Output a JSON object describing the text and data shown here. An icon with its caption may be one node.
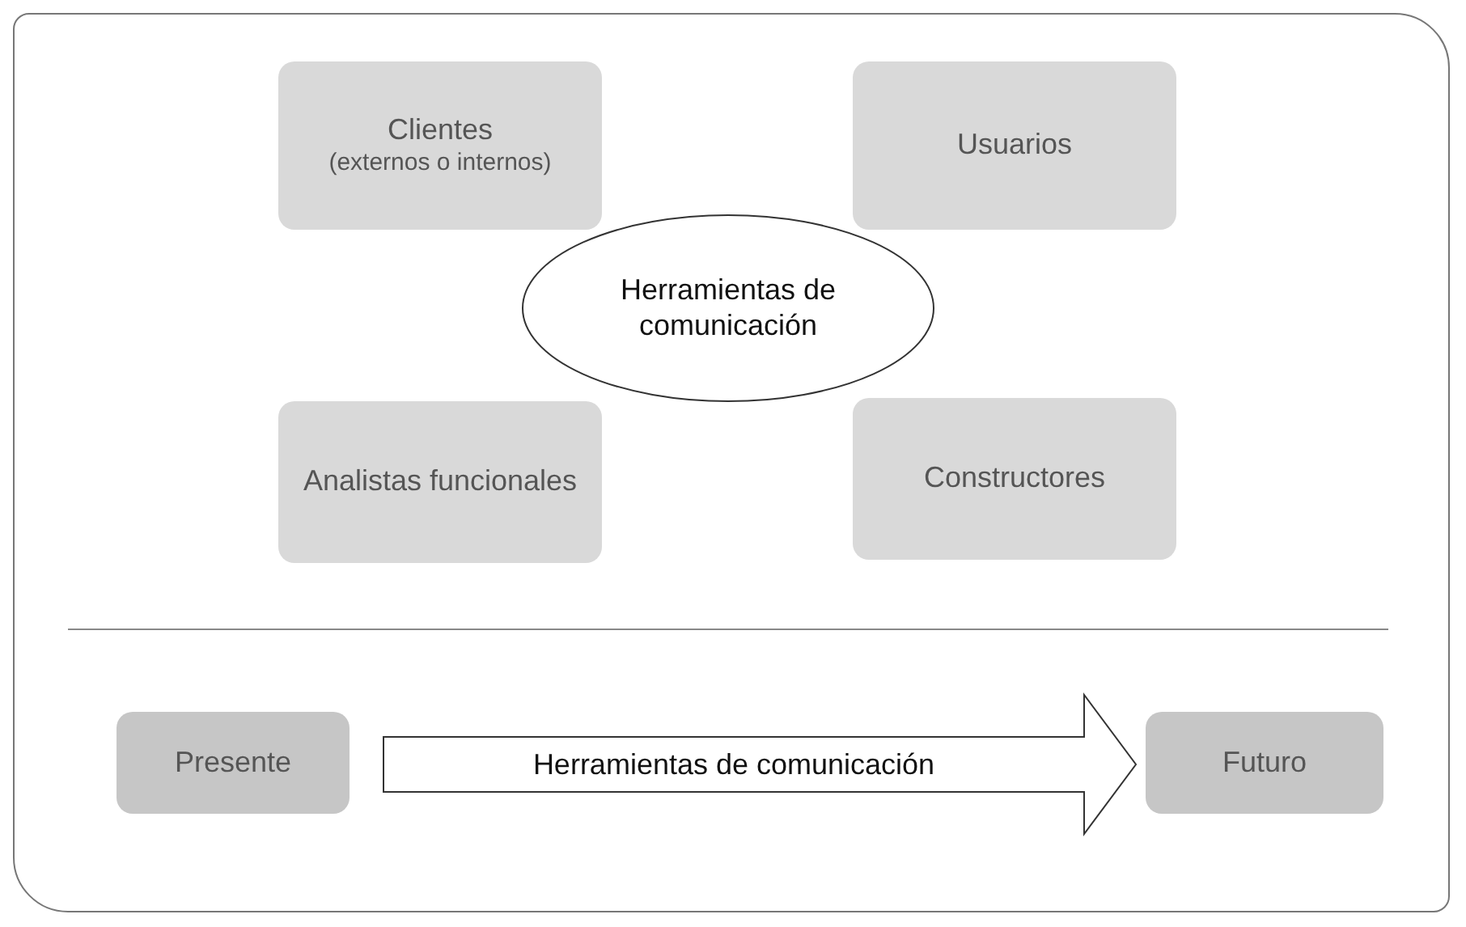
{
  "diagram": {
    "nodes": [
      {
        "text": [
          "Clientes",
          "(externos o internos)"
        ]
      },
      {
        "text": [
          "Usuarios"
        ]
      },
      {
        "text": [
          "Herramientas de comunicación"
        ]
      },
      {
        "text": [
          "Analistas funcionales"
        ]
      },
      {
        "text": [
          "Constructores"
        ]
      },
      {
        "text": [
          "Presente"
        ]
      },
      {
        "text": [
          "Futuro"
        ]
      }
    ],
    "edges": [
      {
        "from": 5,
        "to": 6,
        "arrow": "to",
        "label": "Herramientas de comunicación"
      }
    ]
  }
}
